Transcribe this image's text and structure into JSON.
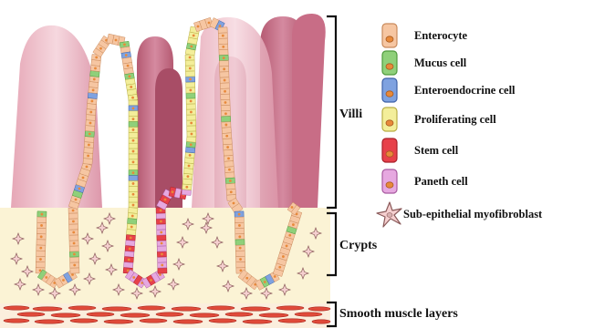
{
  "regions": {
    "villi": "Villi",
    "crypts": "Crypts",
    "smooth_muscle": "Smooth muscle layers"
  },
  "legend": [
    {
      "label": "Enterocyte",
      "fill": "#f6c6a2",
      "stroke": "#c98a5c",
      "nucleus": "#e8893a",
      "icon": "enterocyte-icon"
    },
    {
      "label": "Mucus cell",
      "fill": "#8fd07a",
      "stroke": "#4f9a3d",
      "nucleus": "#e8893a",
      "icon": "mucus-cell-icon"
    },
    {
      "label": "Enteroendocrine cell",
      "fill": "#7fa2e0",
      "stroke": "#3f62a8",
      "nucleus": "#e8893a",
      "icon": "enteroendocrine-cell-icon"
    },
    {
      "label": "Proliferating cell",
      "fill": "#f3ee9a",
      "stroke": "#b9ae45",
      "nucleus": "#e8893a",
      "icon": "proliferating-cell-icon"
    },
    {
      "label": "Stem cell",
      "fill": "#e7414a",
      "stroke": "#a8202a",
      "nucleus": "#e8893a",
      "icon": "stem-cell-icon"
    },
    {
      "label": "Paneth cell",
      "fill": "#e6a8e0",
      "stroke": "#a85aa0",
      "nucleus": "#e8893a",
      "icon": "paneth-cell-icon"
    },
    {
      "label": "Sub-epithelial myofibroblast",
      "fill": "#f5cfcf",
      "stroke": "#8a5a5a",
      "nucleus": "#d8b0b0",
      "icon": "myofibroblast-icon"
    }
  ],
  "colors": {
    "lamina": "#fbf3d5",
    "villus_back": "#c8748a",
    "villus_front": "#e9b2bf",
    "muscle": "#e04a3a",
    "bracket": "#111111"
  }
}
